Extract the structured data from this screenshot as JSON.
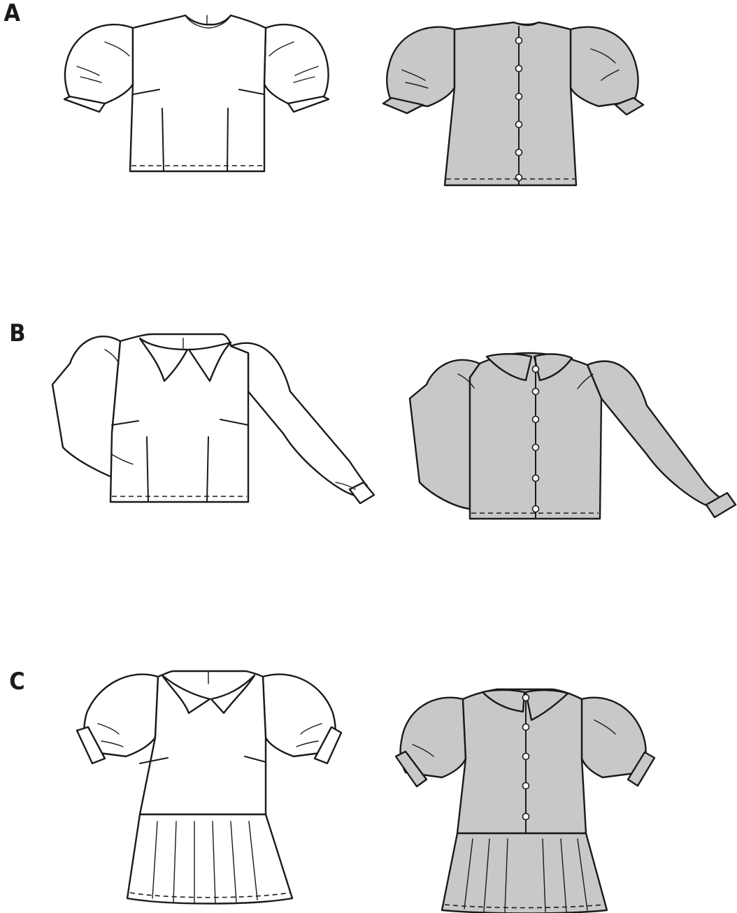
{
  "labels": {
    "view_a": "A",
    "view_b": "B",
    "view_c": "C"
  },
  "colors": {
    "line": "#1a1a1a",
    "front_fill": "#ffffff",
    "back_fill": "#c8c8c8"
  }
}
